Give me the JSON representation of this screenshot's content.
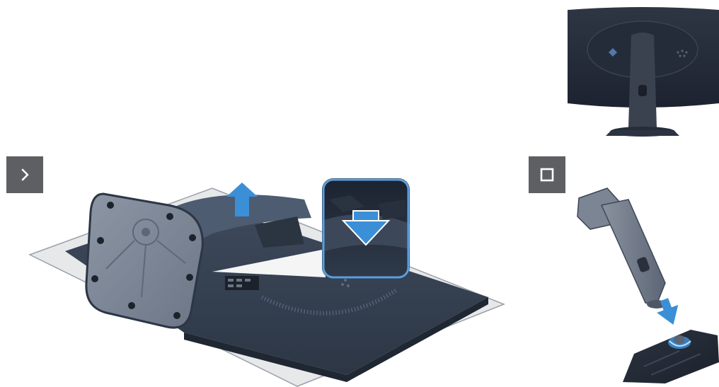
{
  "controls": {
    "next": {
      "icon": "chevron-right-icon",
      "state": "visible"
    },
    "stop": {
      "icon": "stop-square-icon",
      "state": "visible"
    }
  },
  "illustrations": {
    "main": "stand-removal-step",
    "thumbnail": "monitor-back-view",
    "detail": "stand-riser-and-base"
  },
  "colors": {
    "button_bg": "#5d5f62",
    "button_icon": "#ffffff",
    "arrow_blue": "#3b8fd6",
    "stand_slate": "#5a6b7e",
    "monitor_dark": "#2b3240",
    "mat": "#e7e8ea"
  }
}
